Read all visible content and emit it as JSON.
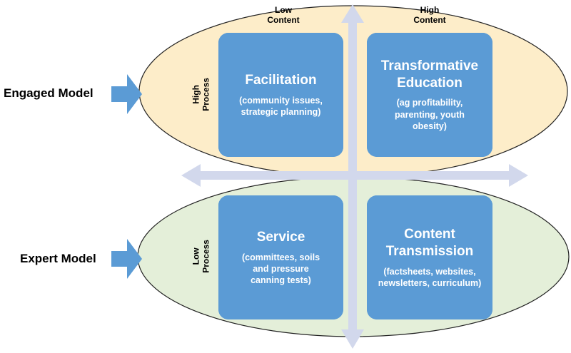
{
  "colors": {
    "engaged_fill": "#fdedc9",
    "expert_fill": "#e4efd9",
    "ellipse_stroke": "#222222",
    "box_fill": "#5b9bd5",
    "axis_arrow": "#d2d8ec",
    "side_arrow": "#5b9bd5"
  },
  "axis": {
    "low_content": "Low\nContent",
    "high_content": "High\nContent",
    "high_process": "High\nProcess",
    "low_process": "Low\nProcess"
  },
  "models": {
    "engaged": "Engaged Model",
    "expert": "Expert Model"
  },
  "quadrants": {
    "facilitation": {
      "title": "Facilitation",
      "subtitle": "(community issues,\nstrategic planning)"
    },
    "transformative": {
      "title": "Transformative\nEducation",
      "subtitle": "(ag profitability,\nparenting, youth\nobesity)"
    },
    "service": {
      "title": "Service",
      "subtitle": "(committees, soils\nand pressure\ncanning tests)"
    },
    "content": {
      "title": "Content\nTransmission",
      "subtitle": "(factsheets, websites,\nnewsletters, curriculum)"
    }
  }
}
